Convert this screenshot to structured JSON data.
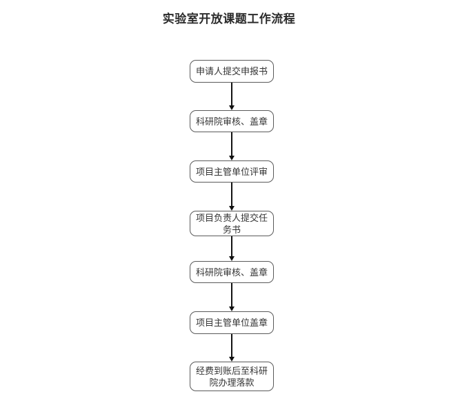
{
  "page": {
    "title": "实验室开放课题工作流程"
  },
  "flow": {
    "nodes": [
      {
        "label": "申请人提交申报书"
      },
      {
        "label": "科研院审核、盖章"
      },
      {
        "label": "项目主管单位评审"
      },
      {
        "label": "项目负责人提交任务书"
      },
      {
        "label": "科研院审核、盖章"
      },
      {
        "label": "项目主管单位盖章"
      },
      {
        "label": "经费到账后至科研院办理落款"
      }
    ],
    "colors": {
      "background": "#ffffff",
      "title_text": "#2b2b2b",
      "text": "#333333",
      "border": "#595959",
      "arrow": "#111111"
    }
  }
}
